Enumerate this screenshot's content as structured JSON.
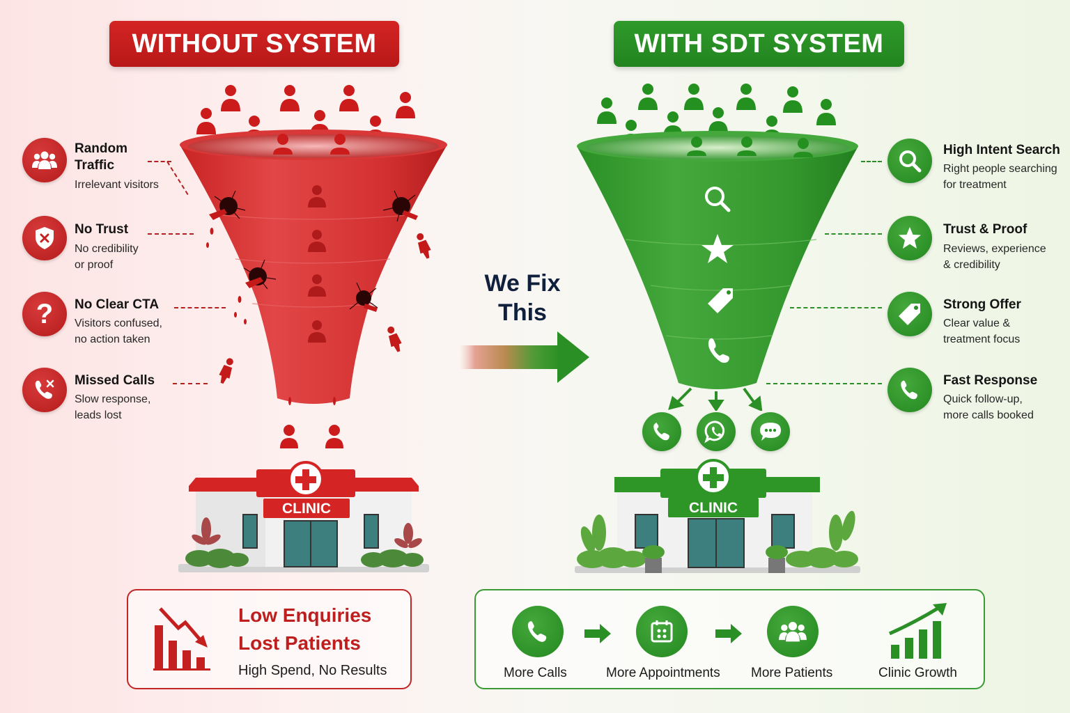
{
  "left": {
    "banner": "WITHOUT SYSTEM",
    "items": [
      {
        "icon": "users-icon",
        "title_line1": "Random",
        "title_line2": "Traffic",
        "desc_line1": "Irrelevant visitors",
        "desc_line2": ""
      },
      {
        "icon": "shield-x-icon",
        "title_line1": "No Trust",
        "title_line2": "",
        "desc_line1": "No credibility",
        "desc_line2": "or proof"
      },
      {
        "icon": "question-icon",
        "title_line1": "No Clear CTA",
        "title_line2": "",
        "desc_line1": "Visitors confused,",
        "desc_line2": "no action taken"
      },
      {
        "icon": "missed-call-icon",
        "title_line1": "Missed Calls",
        "title_line2": "",
        "desc_line1": "Slow response,",
        "desc_line2": "leads lost"
      }
    ],
    "clinic_label": "CLINIC",
    "result": {
      "title_line1": "Low Enquiries",
      "title_line2": "Lost Patients",
      "subtitle": "High Spend, No Results"
    }
  },
  "center": {
    "line1": "We Fix",
    "line2": "This"
  },
  "right": {
    "banner": "WITH SDT SYSTEM",
    "items": [
      {
        "icon": "search-icon",
        "title": "High Intent Search",
        "desc_line1": "Right people searching",
        "desc_line2": "for treatment"
      },
      {
        "icon": "star-icon",
        "title": "Trust & Proof",
        "desc_line1": "Reviews, experience",
        "desc_line2": "& credibility"
      },
      {
        "icon": "tag-icon",
        "title": "Strong Offer",
        "desc_line1": "Clear value &",
        "desc_line2": "treatment focus"
      },
      {
        "icon": "phone-icon",
        "title": "Fast Response",
        "desc_line1": "Quick follow-up,",
        "desc_line2": "more calls booked"
      }
    ],
    "funnel_stages": [
      "search-icon",
      "star-icon",
      "tag-icon",
      "phone-icon"
    ],
    "channels": [
      "phone-icon",
      "whatsapp-icon",
      "chat-icon"
    ],
    "clinic_label": "CLINIC",
    "result_steps": [
      {
        "icon": "phone-icon",
        "label": "More Calls"
      },
      {
        "icon": "calendar-icon",
        "label": "More Appointments"
      },
      {
        "icon": "users-icon",
        "label": "More Patients"
      },
      {
        "icon": "growth-chart-icon",
        "label": "Clinic Growth"
      }
    ]
  },
  "colors": {
    "red": "#c42020",
    "green": "#2a8f25",
    "navy": "#10203c"
  }
}
